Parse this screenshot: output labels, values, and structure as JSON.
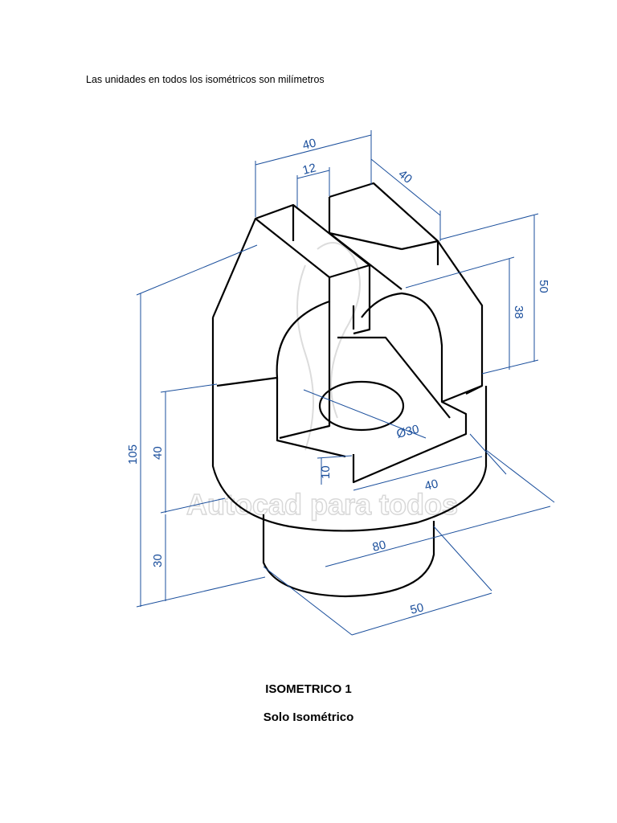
{
  "header": {
    "note": "Las unidades en todos los isométricos son milímetros"
  },
  "drawing": {
    "watermark": "Autocad para todos",
    "dimensions": {
      "top_width": "40",
      "slot_width": "12",
      "top_depth": "40",
      "upper_height": "50",
      "slot_height": "38",
      "total_height": "105",
      "body_height": "40",
      "step_height": "10",
      "hole_diameter": "Ø30",
      "slot_depth": "40",
      "body_diameter": "80",
      "boss_height": "30",
      "boss_diameter": "50"
    },
    "colors": {
      "dimension": "#1b4f9c",
      "outline": "#000000"
    }
  },
  "footer": {
    "title": "ISOMETRICO 1",
    "subtitle": "Solo Isométrico"
  }
}
